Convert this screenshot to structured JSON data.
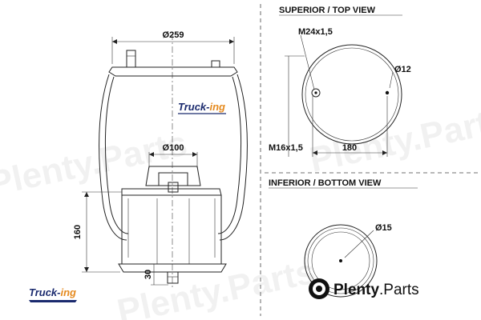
{
  "headings": {
    "top_view": "SUPERIOR / TOP VIEW",
    "bottom_view": "INFERIOR / BOTTOM VIEW"
  },
  "dimensions": {
    "top_diameter": "Ø259",
    "piston_diameter": "Ø100",
    "height": "160",
    "stud_length": "30",
    "thread_large": "M24x1,5",
    "thread_small": "M16x1,5",
    "hole_diameter": "Ø12",
    "bolt_spacing": "180",
    "bottom_hole": "Ø15"
  },
  "brand": {
    "part1": "Truck-",
    "part2": "ing"
  },
  "watermark": {
    "text": "Plenty.Parts",
    "name": "Plenty",
    "suffix": ".Parts"
  },
  "colors": {
    "brand_blue": "#1a2a6e",
    "brand_orange": "#e58a1f",
    "line": "#222222"
  }
}
